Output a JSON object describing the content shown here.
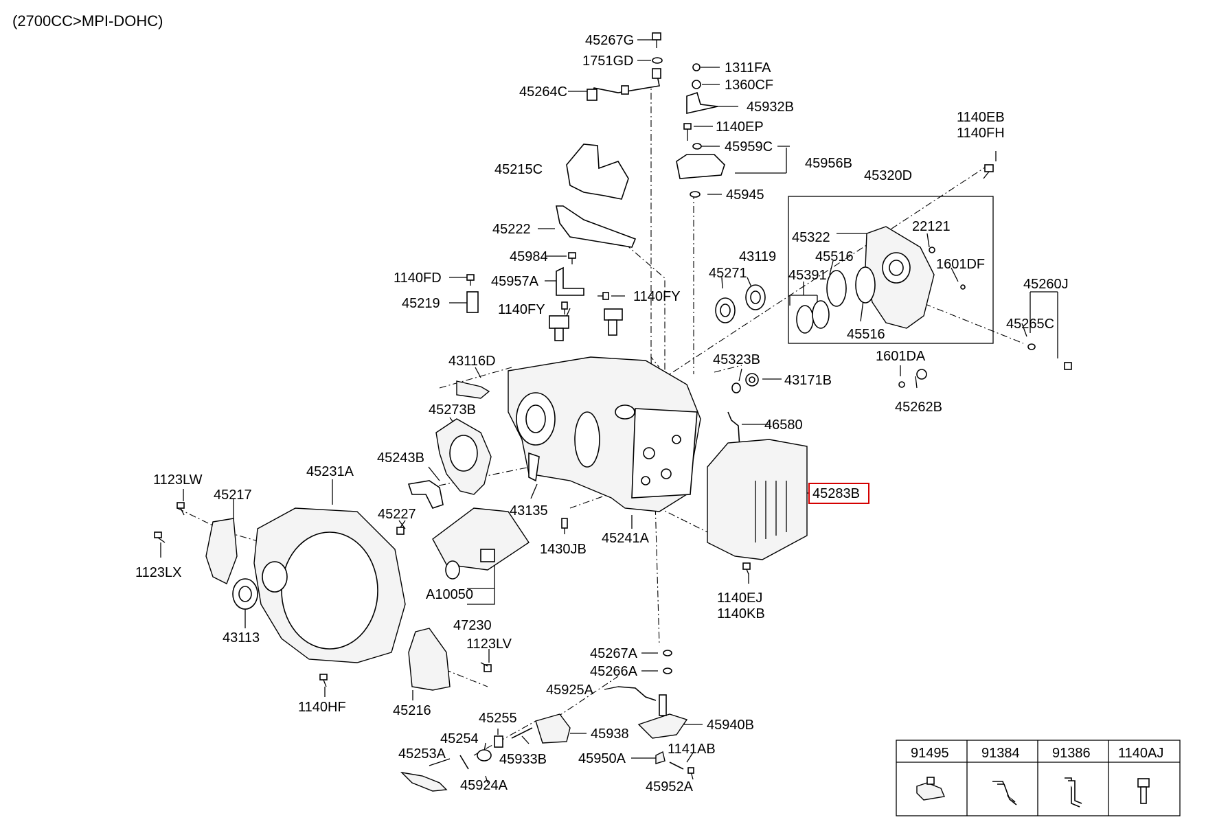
{
  "header": {
    "engine_spec": "(2700CC>MPI-DOHC)"
  },
  "highlight": {
    "part_no": "45283B",
    "color": "#d40000"
  },
  "parts": [
    "45267G",
    "1751GD",
    "45264C",
    "1311FA",
    "1360CF",
    "45932B",
    "1140EP",
    "45959C",
    "45956B",
    "45945",
    "1140EB",
    "1140FH",
    "45320D",
    "45322",
    "22121",
    "45516",
    "1601DF",
    "45391",
    "45516",
    "45260J",
    "45265C",
    "1601DA",
    "45262B",
    "45215C",
    "45222",
    "45984",
    "1140FD",
    "45957A",
    "45219",
    "1140FY",
    "1140FY",
    "45271",
    "43119",
    "45323B",
    "43171B",
    "43116D",
    "45273B",
    "46580",
    "45243B",
    "45283B",
    "1123LW",
    "45217",
    "45231A",
    "45227",
    "43135",
    "1430JB",
    "45241A",
    "1123LX",
    "A10050",
    "47230",
    "1140EJ",
    "1140KB",
    "43113",
    "1123LV",
    "45267A",
    "45266A",
    "1140HF",
    "45216",
    "45925A",
    "45255",
    "45938",
    "45940B",
    "45254",
    "45933B",
    "45253A",
    "45950A",
    "1141AB",
    "45924A",
    "45952A"
  ],
  "legend_table": {
    "columns": [
      "91495",
      "91384",
      "91386",
      "1140AJ"
    ],
    "icons": [
      "bracket-clip-icon",
      "bent-bracket-icon",
      "long-bracket-icon",
      "bolt-icon"
    ]
  }
}
